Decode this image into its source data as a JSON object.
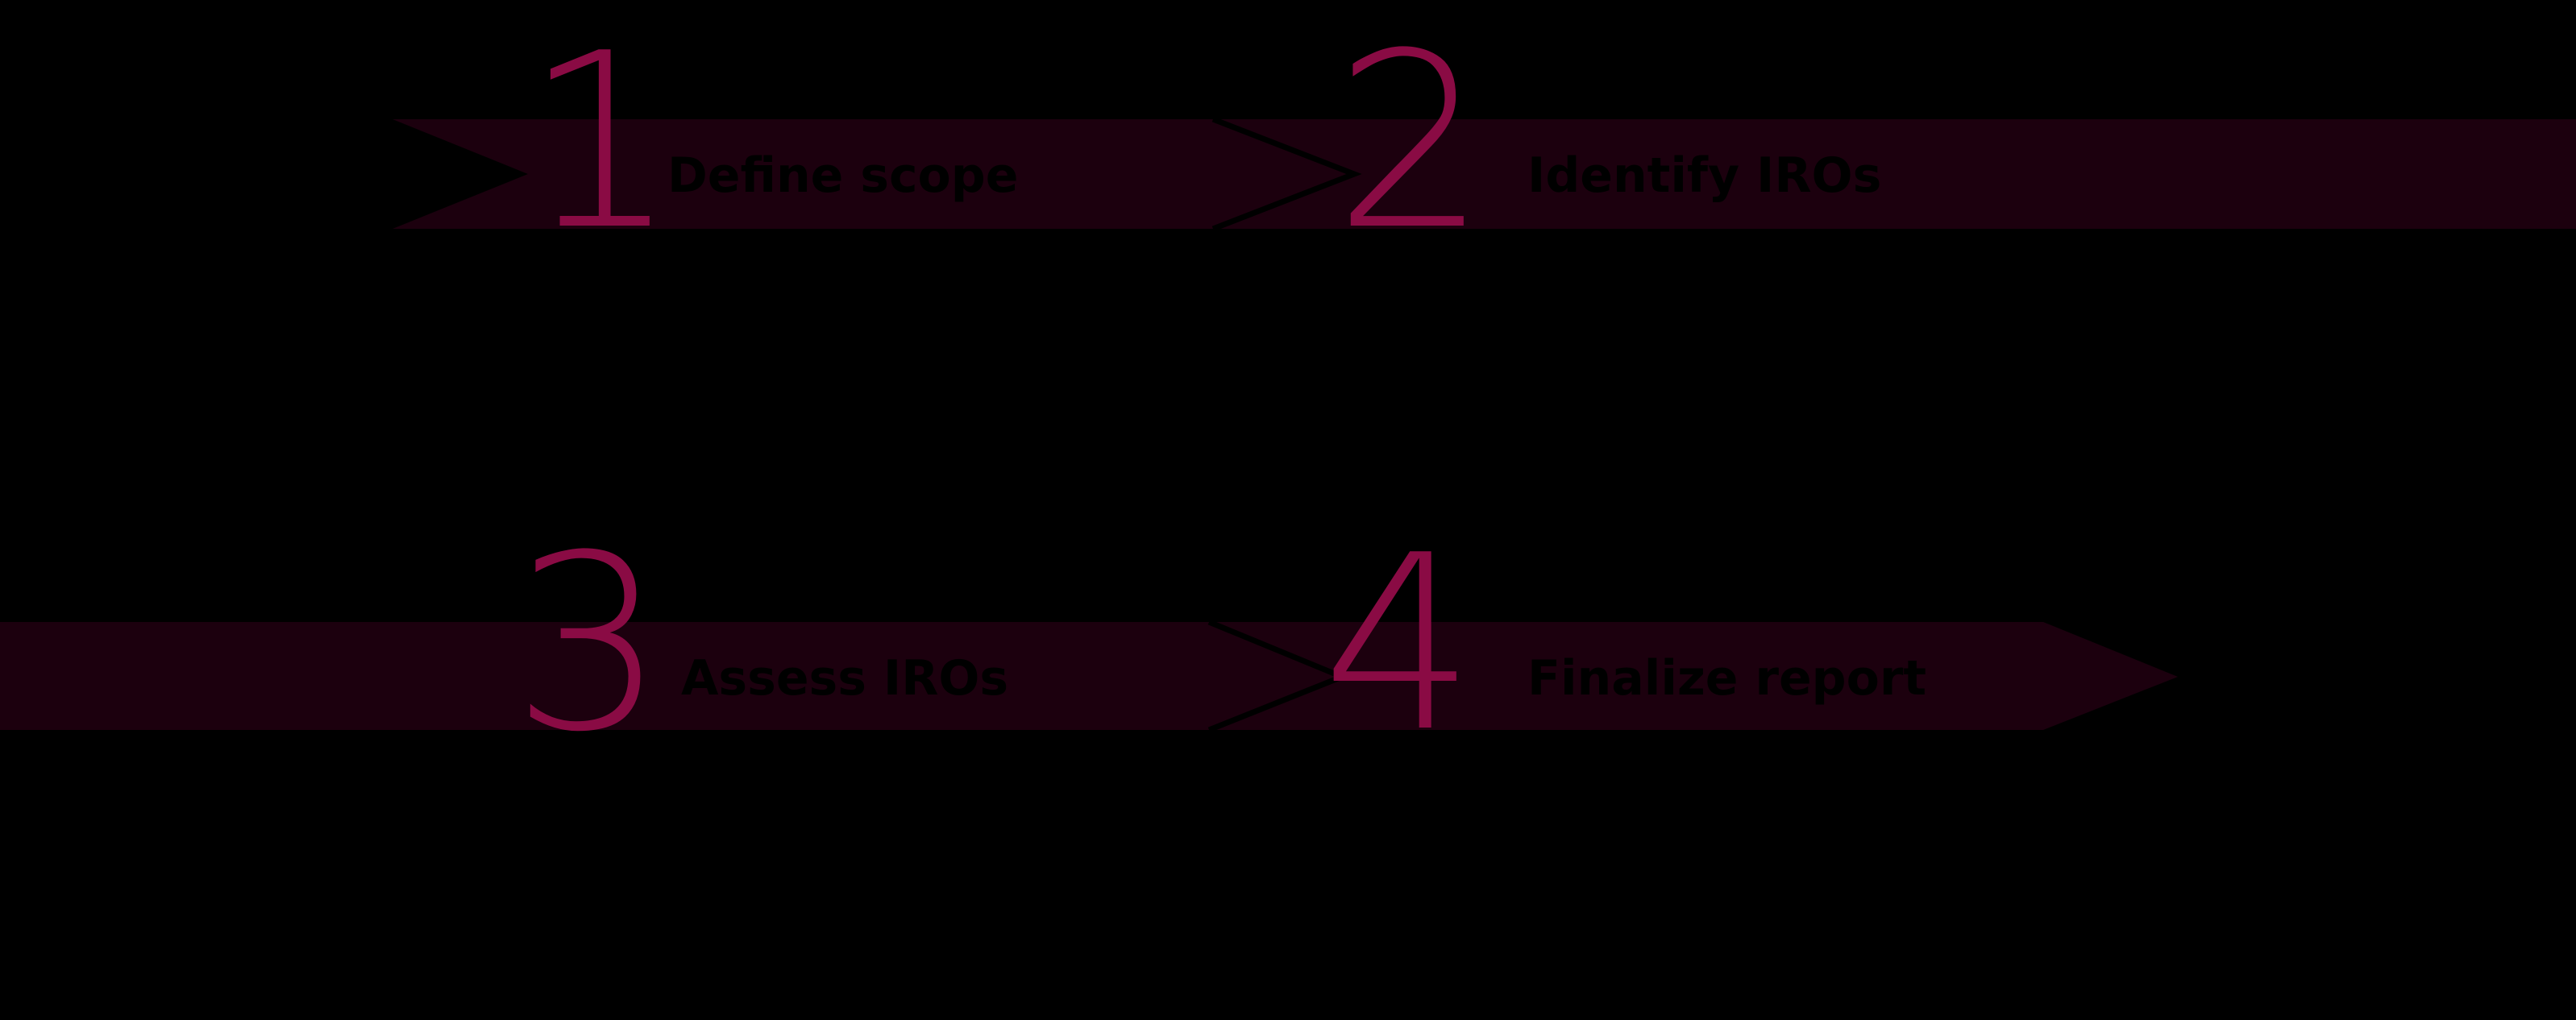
{
  "colors": {
    "background": "#000000",
    "band": "#1c000e",
    "accent": "#8a0b44",
    "label": "#000000",
    "separator": "#000000"
  },
  "steps": [
    {
      "number": "1",
      "label": "Define scope"
    },
    {
      "number": "2",
      "label": "Identify IROs"
    },
    {
      "number": "3",
      "label": "Assess IROs"
    },
    {
      "number": "4",
      "label": "Finalize report"
    }
  ]
}
